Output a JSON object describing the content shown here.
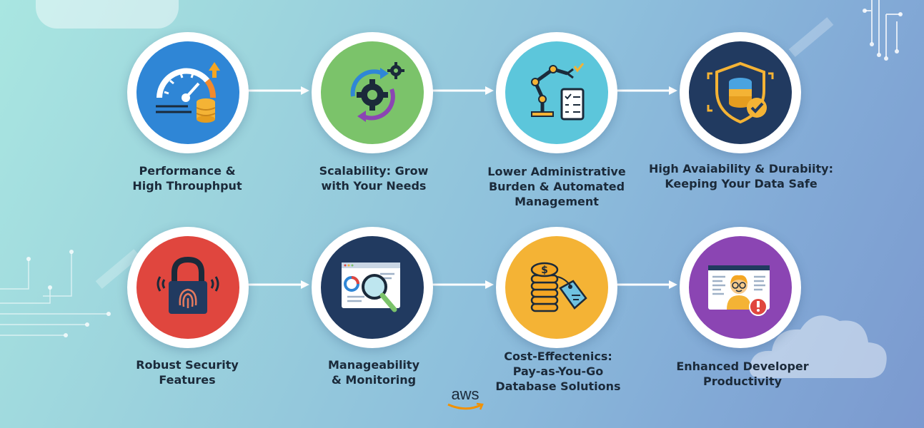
{
  "steps": [
    {
      "label_line1": "Performance &",
      "label_line2": "High Throuphput",
      "label_line3": "",
      "color": "#2f86d6",
      "icon": "speedometer-database-icon"
    },
    {
      "label_line1": "Scalability: Grow",
      "label_line2": "with Your Needs",
      "label_line3": "",
      "color": "#7bc36a",
      "icon": "gears-cycle-icon"
    },
    {
      "label_line1": "Lower Administrative",
      "label_line2": "Burden & Automated",
      "label_line3": "Management",
      "color": "#5cc6db",
      "icon": "robot-arm-checklist-icon"
    },
    {
      "label_line1": "High Avaiability & Durabiity:",
      "label_line2": "Keeping Your Data Safe",
      "label_line3": "",
      "color": "#213a60",
      "icon": "shield-database-check-icon"
    },
    {
      "label_line1": "Robust Security",
      "label_line2": "Features",
      "label_line3": "",
      "color": "#e0463e",
      "icon": "padlock-fingerprint-icon"
    },
    {
      "label_line1": "Manageability",
      "label_line2": "& Monitoring",
      "label_line3": "",
      "color": "#213a60",
      "icon": "dashboard-magnifier-icon"
    },
    {
      "label_line1": "Cost-Effectenics:",
      "label_line2": "Pay-as-You-Go",
      "label_line3": "Database Solutions",
      "color": "#f4b335",
      "icon": "coins-price-tag-icon"
    },
    {
      "label_line1": "Enhanced Developer",
      "label_line2": "Productivity",
      "label_line3": "",
      "color": "#8b45b3",
      "icon": "developer-screen-alert-icon"
    }
  ],
  "logo": {
    "text": "aws",
    "accent": "#f29100"
  },
  "colors": {
    "arrow": "#ffffff",
    "text": "#1b2a3a"
  }
}
